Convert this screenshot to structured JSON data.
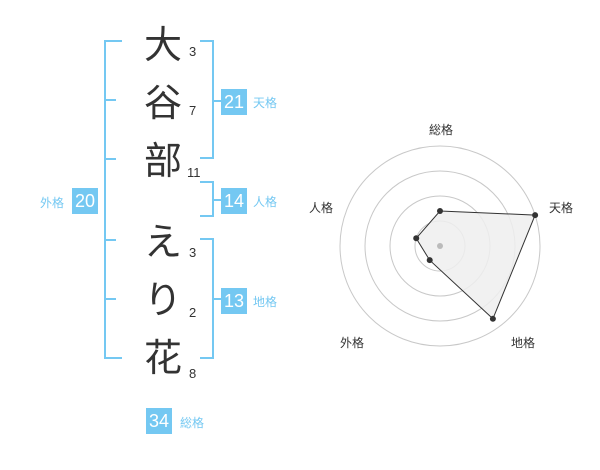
{
  "name": {
    "characters": [
      "大",
      "谷",
      "部",
      "え",
      "り",
      "花"
    ],
    "strokes": [
      "3",
      "7",
      "11",
      "3",
      "2",
      "8"
    ]
  },
  "grids": {
    "tenkaku": {
      "value": "21",
      "label": "天格"
    },
    "jinkaku": {
      "value": "14",
      "label": "人格"
    },
    "chikaku": {
      "value": "13",
      "label": "地格"
    },
    "gaikaku": {
      "value": "20",
      "label": "外格"
    },
    "soukaku": {
      "value": "34",
      "label": "総格"
    }
  },
  "radar": {
    "axes": [
      "総格",
      "天格",
      "地格",
      "外格",
      "人格"
    ],
    "levels": 4,
    "scores": [
      1.4,
      4.0,
      3.6,
      0.7,
      1.0
    ],
    "max": 4,
    "colors": {
      "fill": "#efefef",
      "stroke": "#333333",
      "grid": "#c8c8c8",
      "accent": "#74c8f2"
    }
  }
}
